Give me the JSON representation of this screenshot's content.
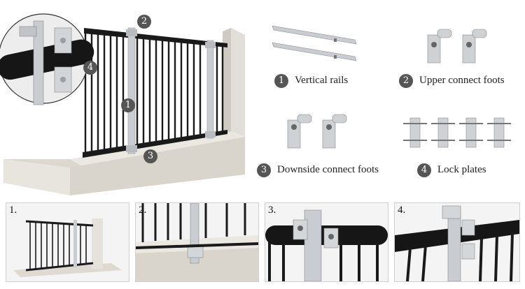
{
  "main": {
    "callouts": [
      "1",
      "2",
      "3",
      "4"
    ]
  },
  "parts": [
    {
      "num": "1",
      "label": "Vertical rails"
    },
    {
      "num": "2",
      "label": "Upper connect foots"
    },
    {
      "num": "3",
      "label": "Downside connect foots"
    },
    {
      "num": "4",
      "label": "Lock plates"
    }
  ],
  "steps": [
    "1.",
    "2.",
    "3.",
    "4."
  ],
  "colors": {
    "rail": "#1a1a1a",
    "metal": "#c9ccd0",
    "concrete": "#e9e6df",
    "badge": "#555555"
  }
}
